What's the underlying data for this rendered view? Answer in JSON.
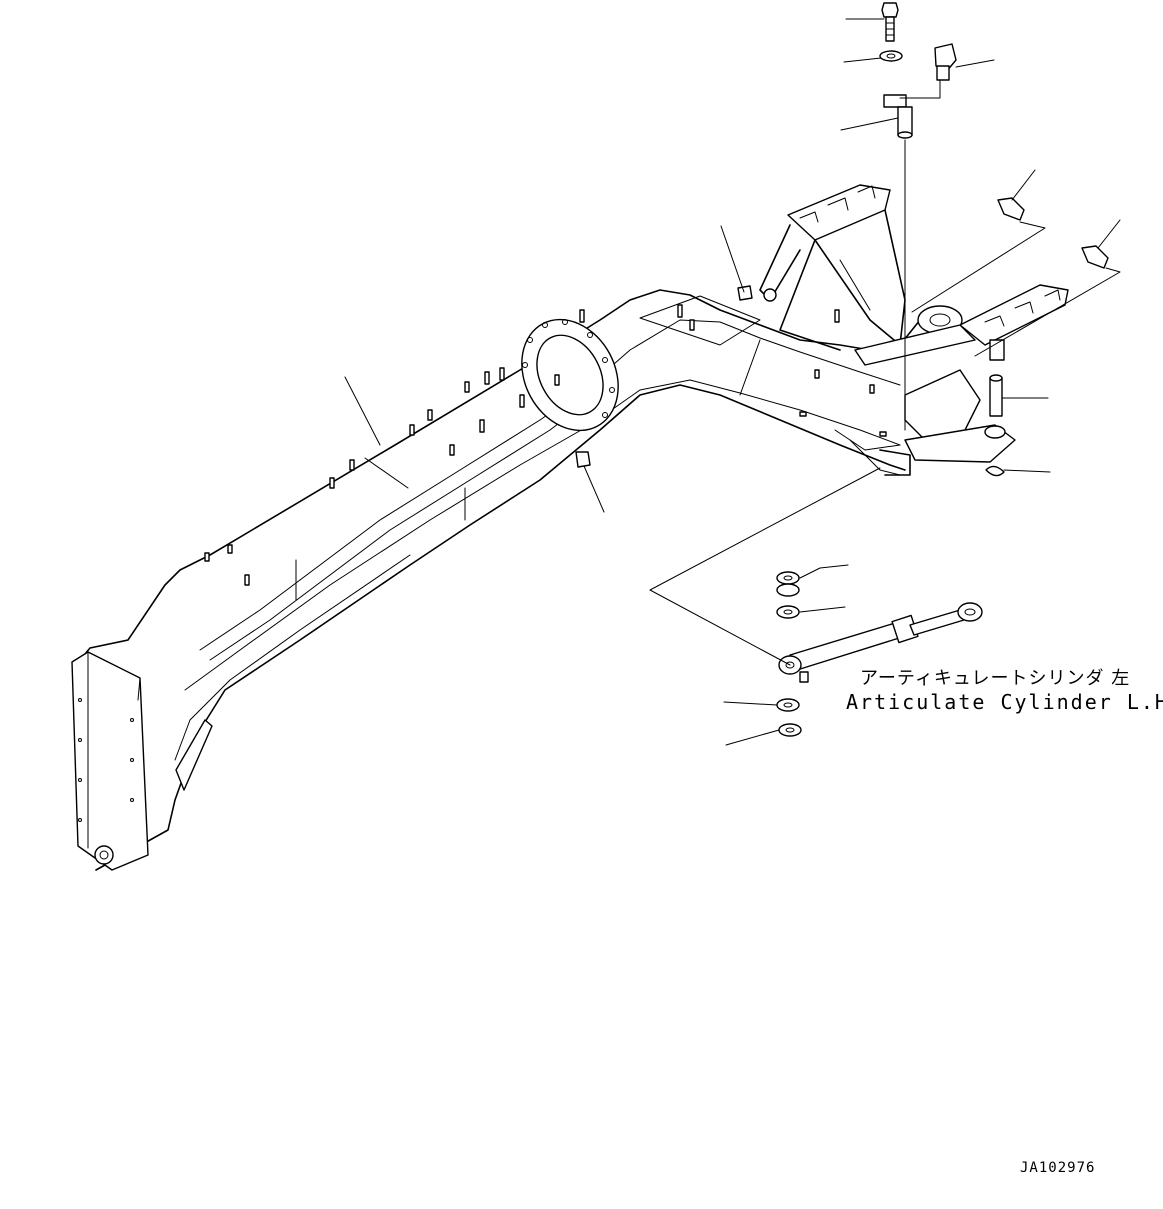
{
  "drawing": {
    "cylinder_label_jp": "アーティキュレートシリンダ 左",
    "cylinder_label_en": "Articulate Cylinder L.H.",
    "drawing_code": "JA102976"
  }
}
